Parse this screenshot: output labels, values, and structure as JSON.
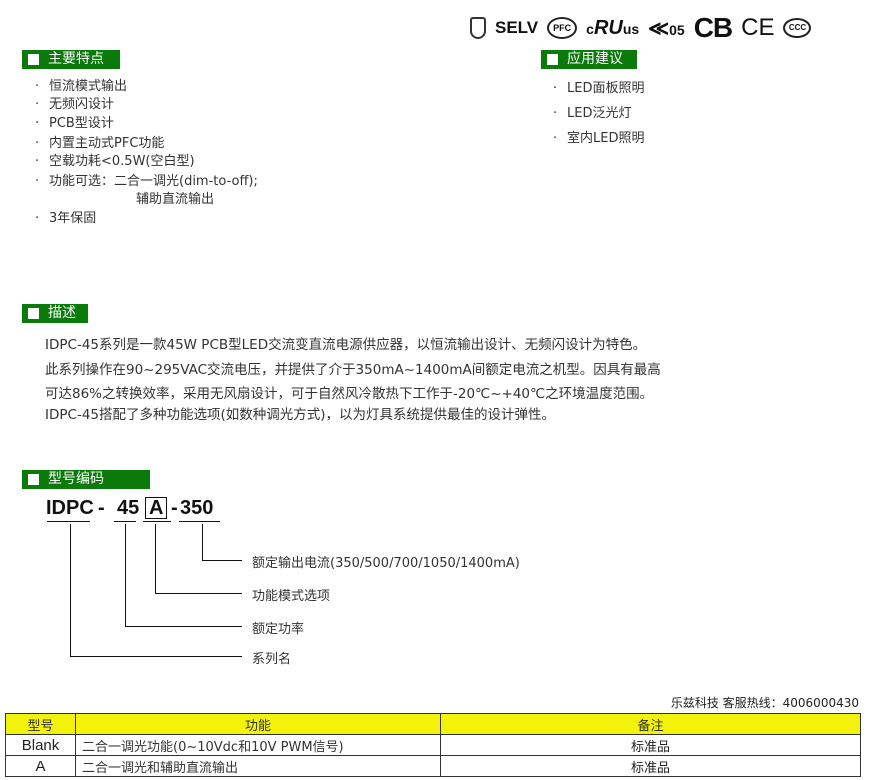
{
  "certifications": [
    "SELV",
    "PFC",
    "c",
    "us",
    "05",
    "CB",
    "CE",
    "CCC"
  ],
  "features": {
    "title": "主要特点",
    "items": [
      "恒流模式输出",
      "无频闪设计",
      "PCB型设计",
      "内置主动式PFC功能",
      "空载功耗<0.5W(空白型)",
      "功能可选：二合一调光(dim-to-off);",
      "辅助直流输出",
      "3年保固"
    ]
  },
  "applications": {
    "title": "应用建议",
    "items": [
      "LED面板照明",
      "LED泛光灯",
      "室内LED照明"
    ]
  },
  "description": {
    "title": "描述",
    "lines": [
      "IDPC-45系列是一款45W PCB型LED交流变直流电源供应器，以恒流输出设计、无频闪设计为特色。",
      "此系列操作在90~295VAC交流电压，并提供了介于350mA~1400mA间额定电流之机型。因具有最高",
      "可达86%之转换效率，采用无风扇设计，可于自然风冷散热下工作于-20℃~+40℃之环境温度范围。",
      "IDPC-45搭配了多种功能选项(如数种调光方式)，以为灯具系统提供最佳的设计弹性。"
    ]
  },
  "model_code": {
    "title": "型号编码",
    "parts": [
      "IDPC",
      "-",
      "45",
      "A",
      "-",
      "350"
    ],
    "labels": [
      "额定输出电流(350/500/700/1050/1400mA)",
      "功能模式选项",
      "额定功率",
      "系列名"
    ]
  },
  "hotline": "乐兹科技 客服热线：4006000430",
  "table": {
    "headers": [
      "型号",
      "功能",
      "备注"
    ],
    "rows": [
      [
        "Blank",
        "二合一调光功能(0~10Vdc和10V PWM信号)",
        "标准品"
      ],
      [
        "A",
        "二合一调光和辅助直流输出",
        "标准品"
      ]
    ]
  }
}
